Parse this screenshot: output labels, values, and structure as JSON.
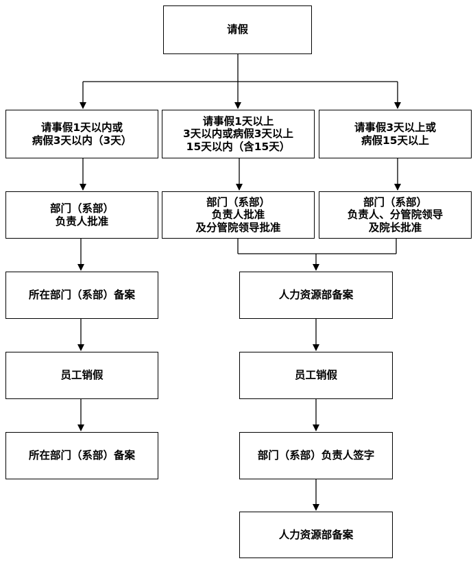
{
  "nodes": {
    "leave": "请假",
    "cond_a": "请事假1天以内或\n病假3天以内（3天）",
    "cond_b": "请事假1天以上\n3天以内或病假3天以上\n15天以内（含15天）",
    "cond_c": "请事假3天以上或\n病假15天以上",
    "approve_a": "部门（系部）\n负责人批准",
    "approve_b": "部门（系部）\n负责人批准\n及分管院领导批准",
    "approve_c": "部门（系部）\n负责人、分管院领导\n及院长批准",
    "dept_record_1": "所在部门（系部）备案",
    "hr_record_1": "人力资源部备案",
    "cancel_left": "员工销假",
    "cancel_right": "员工销假",
    "dept_record_2": "所在部门（系部）备案",
    "head_sign": "部门（系部）负责人签字",
    "hr_record_2": "人力资源部备案"
  },
  "colors": {
    "line": "#000000",
    "box_border": "#000000",
    "text": "#000000"
  }
}
